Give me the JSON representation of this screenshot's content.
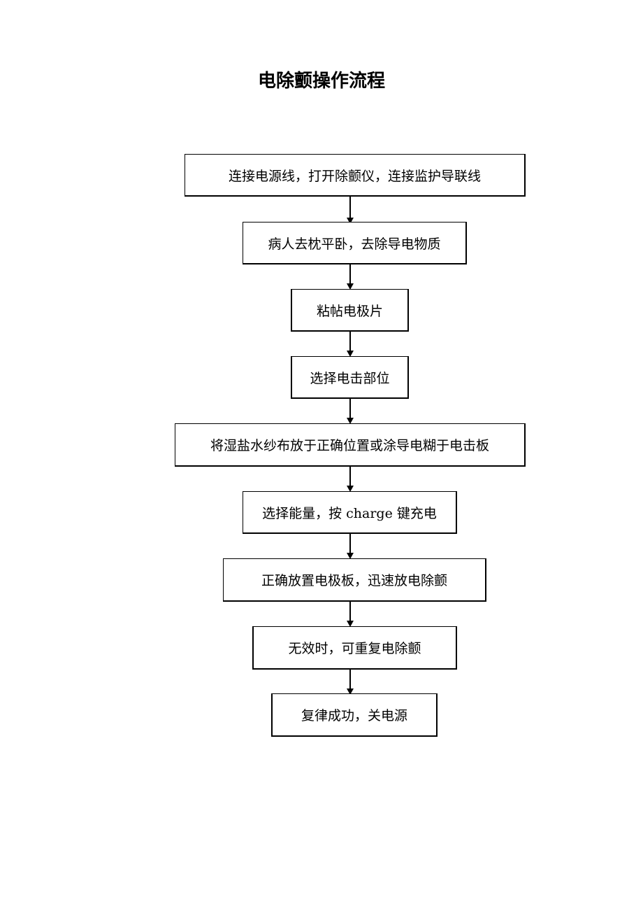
{
  "title": "电除颤操作流程",
  "steps": [
    "连接电源线，打开除颤仪，连接监护导联线",
    "病人去枕平卧，去除导电物质",
    "粘帖电极片",
    "选择电击部位",
    "将湿盐水纱布放于正确位置或涂导电糊于电击板",
    "选择能量，按 charge 键充电",
    "正确放置电极板，迅速放电除颤",
    "无效时，可重复电除颤",
    "复律成功，关电源"
  ]
}
